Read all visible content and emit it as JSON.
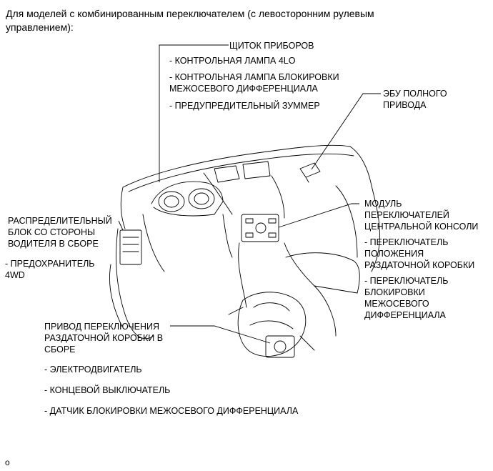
{
  "title": [
    "Для моделей с комбинированным переключателем (с левосторонним рулевым",
    "управлением):"
  ],
  "labels": {
    "instrument_panel": {
      "name": "ЩИТОК ПРИБОРОВ",
      "items": [
        "- КОНТРОЛЬНАЯ ЛАМПА 4LO",
        "- КОНТРОЛЬНАЯ ЛАМПА БЛОКИРОВКИ",
        "МЕЖОСЕВОГО ДИФФЕРЕНЦИАЛА",
        "- ПРЕДУПРЕДИТЕЛЬНЫЙ ЗУММЕР"
      ]
    },
    "ecu": [
      "ЭБУ ПОЛНОГО",
      "ПРИВОДА"
    ],
    "junction_block": {
      "name": [
        "РАСПРЕДЕЛИТЕЛЬНЫЙ",
        "БЛОК СО СТОРОНЫ",
        "ВОДИТЕЛЯ В СБОРЕ"
      ],
      "items": [
        "- ПРЕДОХРАНИТЕЛЬ",
        "4WD"
      ]
    },
    "console_module": {
      "name": [
        "МОДУЛЬ",
        "ПЕРЕКЛЮЧАТЕЛЕЙ",
        "ЦЕНТРАЛЬНОЙ КОНСОЛИ"
      ],
      "items": [
        "- ПЕРЕКЛЮЧАТЕЛЬ",
        "ПОЛОЖЕНИЯ",
        "РАЗДАТОЧНОЙ КОРОБКИ",
        "- ПЕРЕКЛЮЧАТЕЛЬ",
        "БЛОКИРОВКИ",
        "МЕЖОСЕВОГО",
        "ДИФФЕРЕНЦИАЛА"
      ]
    },
    "actuator": {
      "name": [
        "ПРИВОД ПЕРЕКЛЮЧЕНИЯ",
        "РАЗДАТОЧНОЙ КОРОБКИ В",
        "СБОРЕ"
      ],
      "items": [
        "- ЭЛЕКТРОДВИГАТЕЛЬ",
        "- КОНЦЕВОЙ ВЫКЛЮЧАТЕЛЬ",
        "- ДАТЧИК БЛОКИРОВКИ МЕЖОСЕВОГО ДИФФЕРЕНЦИАЛА"
      ]
    }
  },
  "footer_code": "o"
}
